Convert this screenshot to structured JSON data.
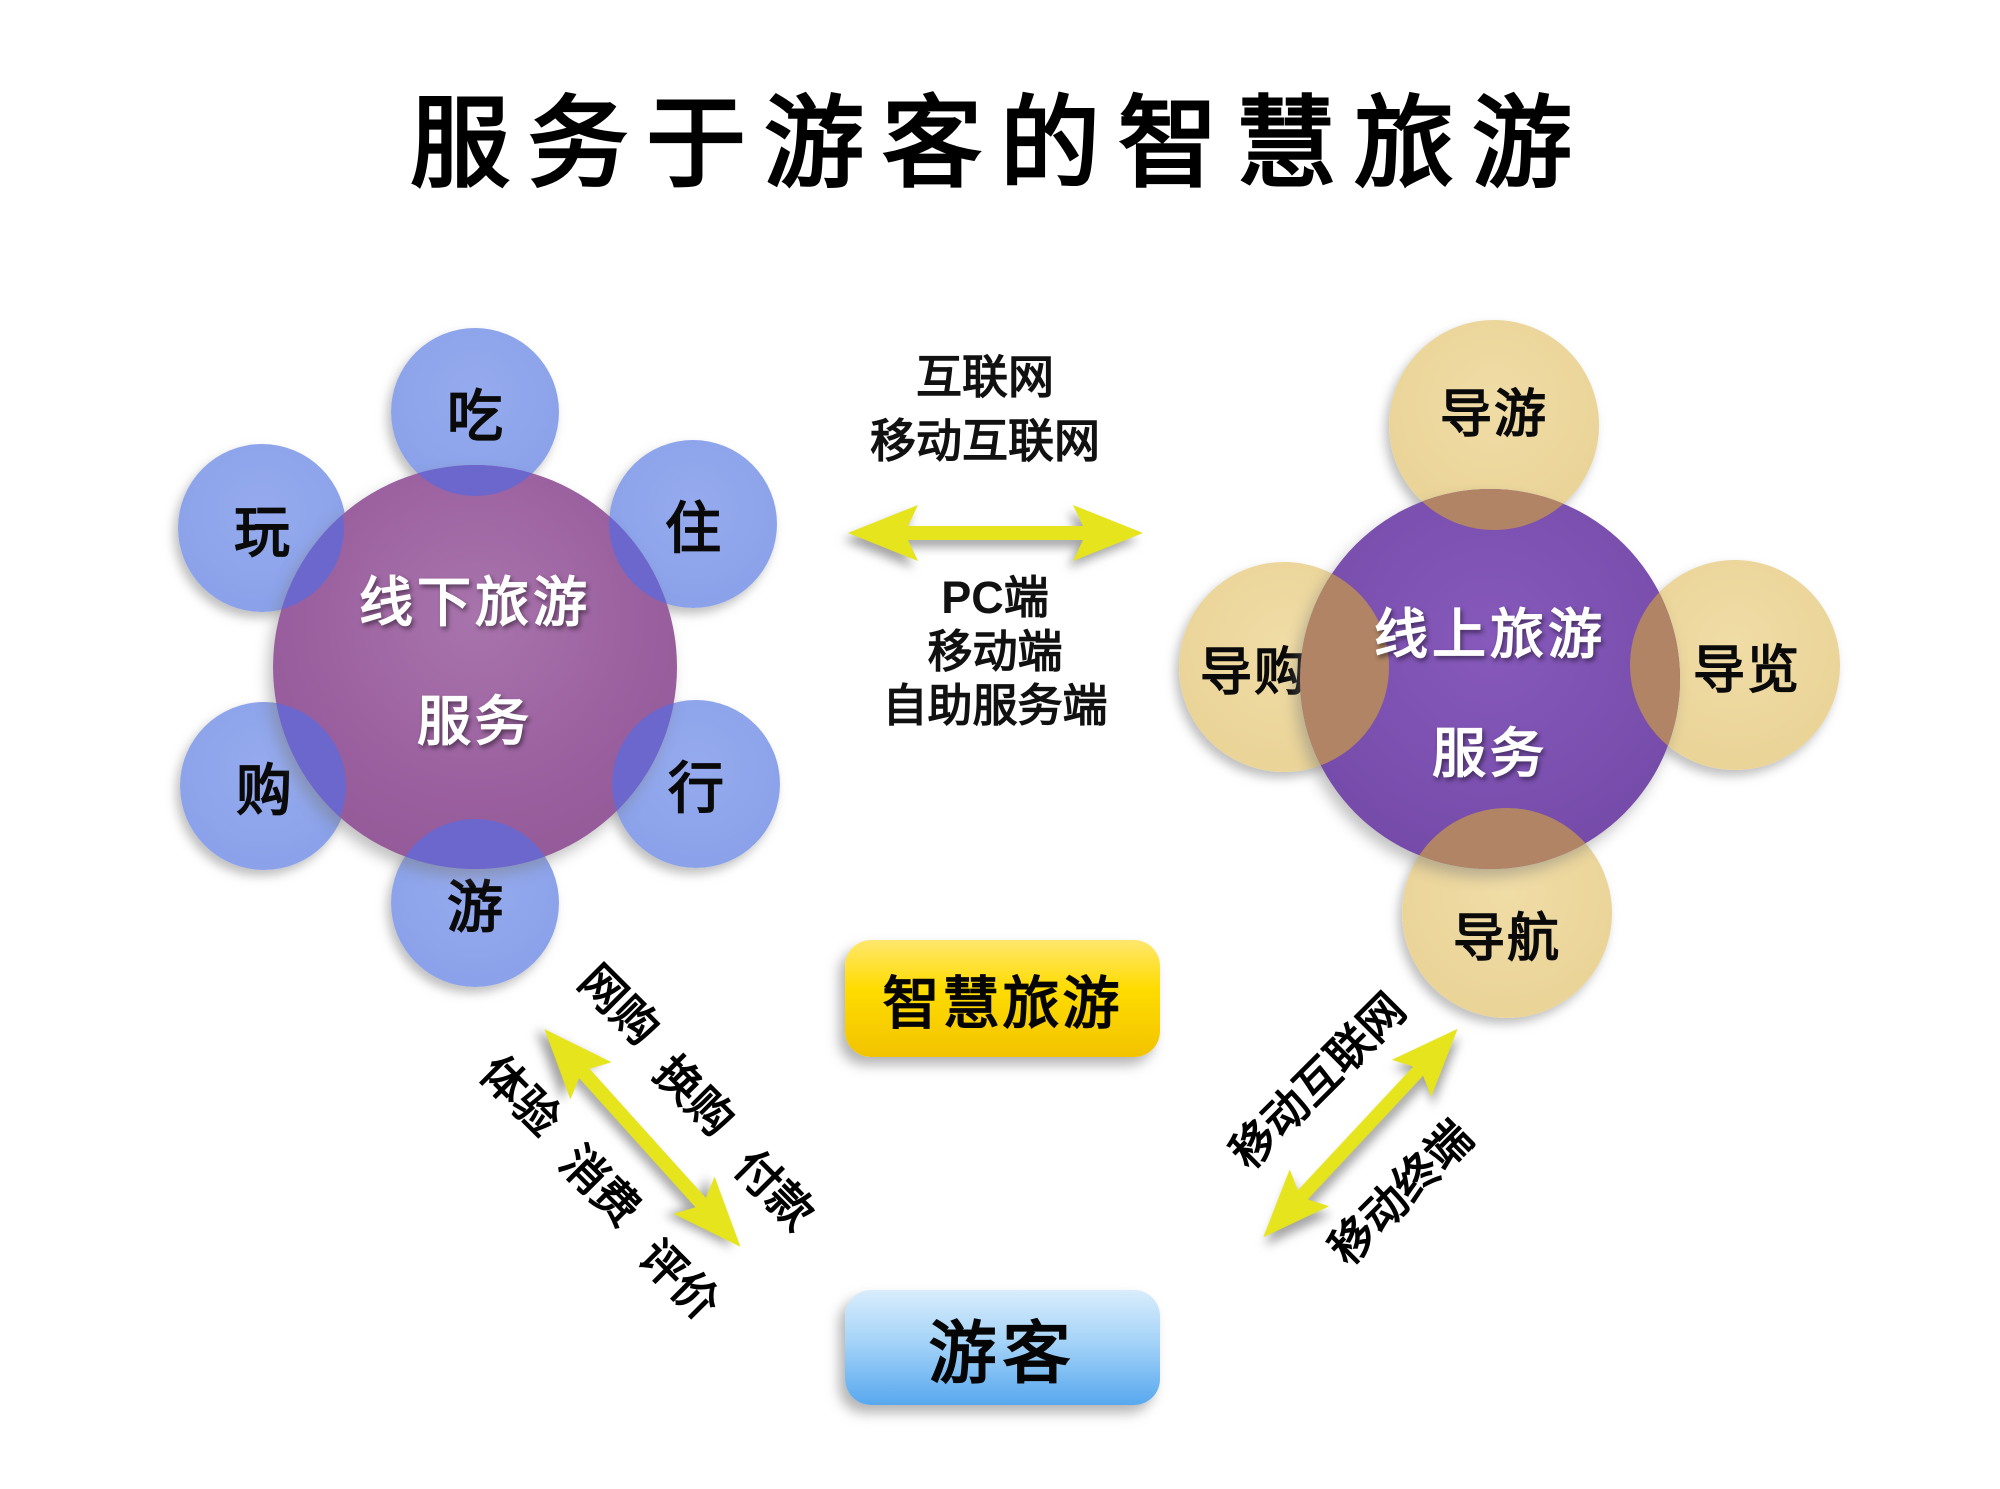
{
  "title": "服务于游客的智慧旅游",
  "offline": {
    "center_line1": "线下旅游",
    "center_line2": "服务",
    "satellites": [
      "吃",
      "住",
      "行",
      "游",
      "购",
      "玩"
    ]
  },
  "online": {
    "center_line1": "线上旅游",
    "center_line2": "服务",
    "satellites": [
      "导游",
      "导览",
      "导航",
      "导购"
    ]
  },
  "middle": {
    "network_lines": [
      "互联网",
      "移动互联网"
    ],
    "terminal_lines": [
      "PC端",
      "移动端",
      "自助服务端"
    ]
  },
  "boxes": {
    "smart": "智慧旅游",
    "tourist": "游客"
  },
  "left_flow": {
    "upper": [
      "网购",
      "换购",
      "付款"
    ],
    "lower": [
      "体验",
      "消费",
      "评价"
    ]
  },
  "right_flow": {
    "upper": "移动互联网",
    "lower": "移动终端"
  },
  "colors": {
    "offline_center": "#9a5f9e",
    "offline_satellite": "#8ba2ea",
    "offline_overlap": "#6c67cd",
    "online_center": "#7a4fae",
    "online_satellite": "#ecd69c",
    "online_overlap": "#b08464",
    "arrow_yellow": "#e6e41c",
    "smart_box_yellow": "#ffdc00",
    "tourist_box_blue": "#58a8ee"
  }
}
